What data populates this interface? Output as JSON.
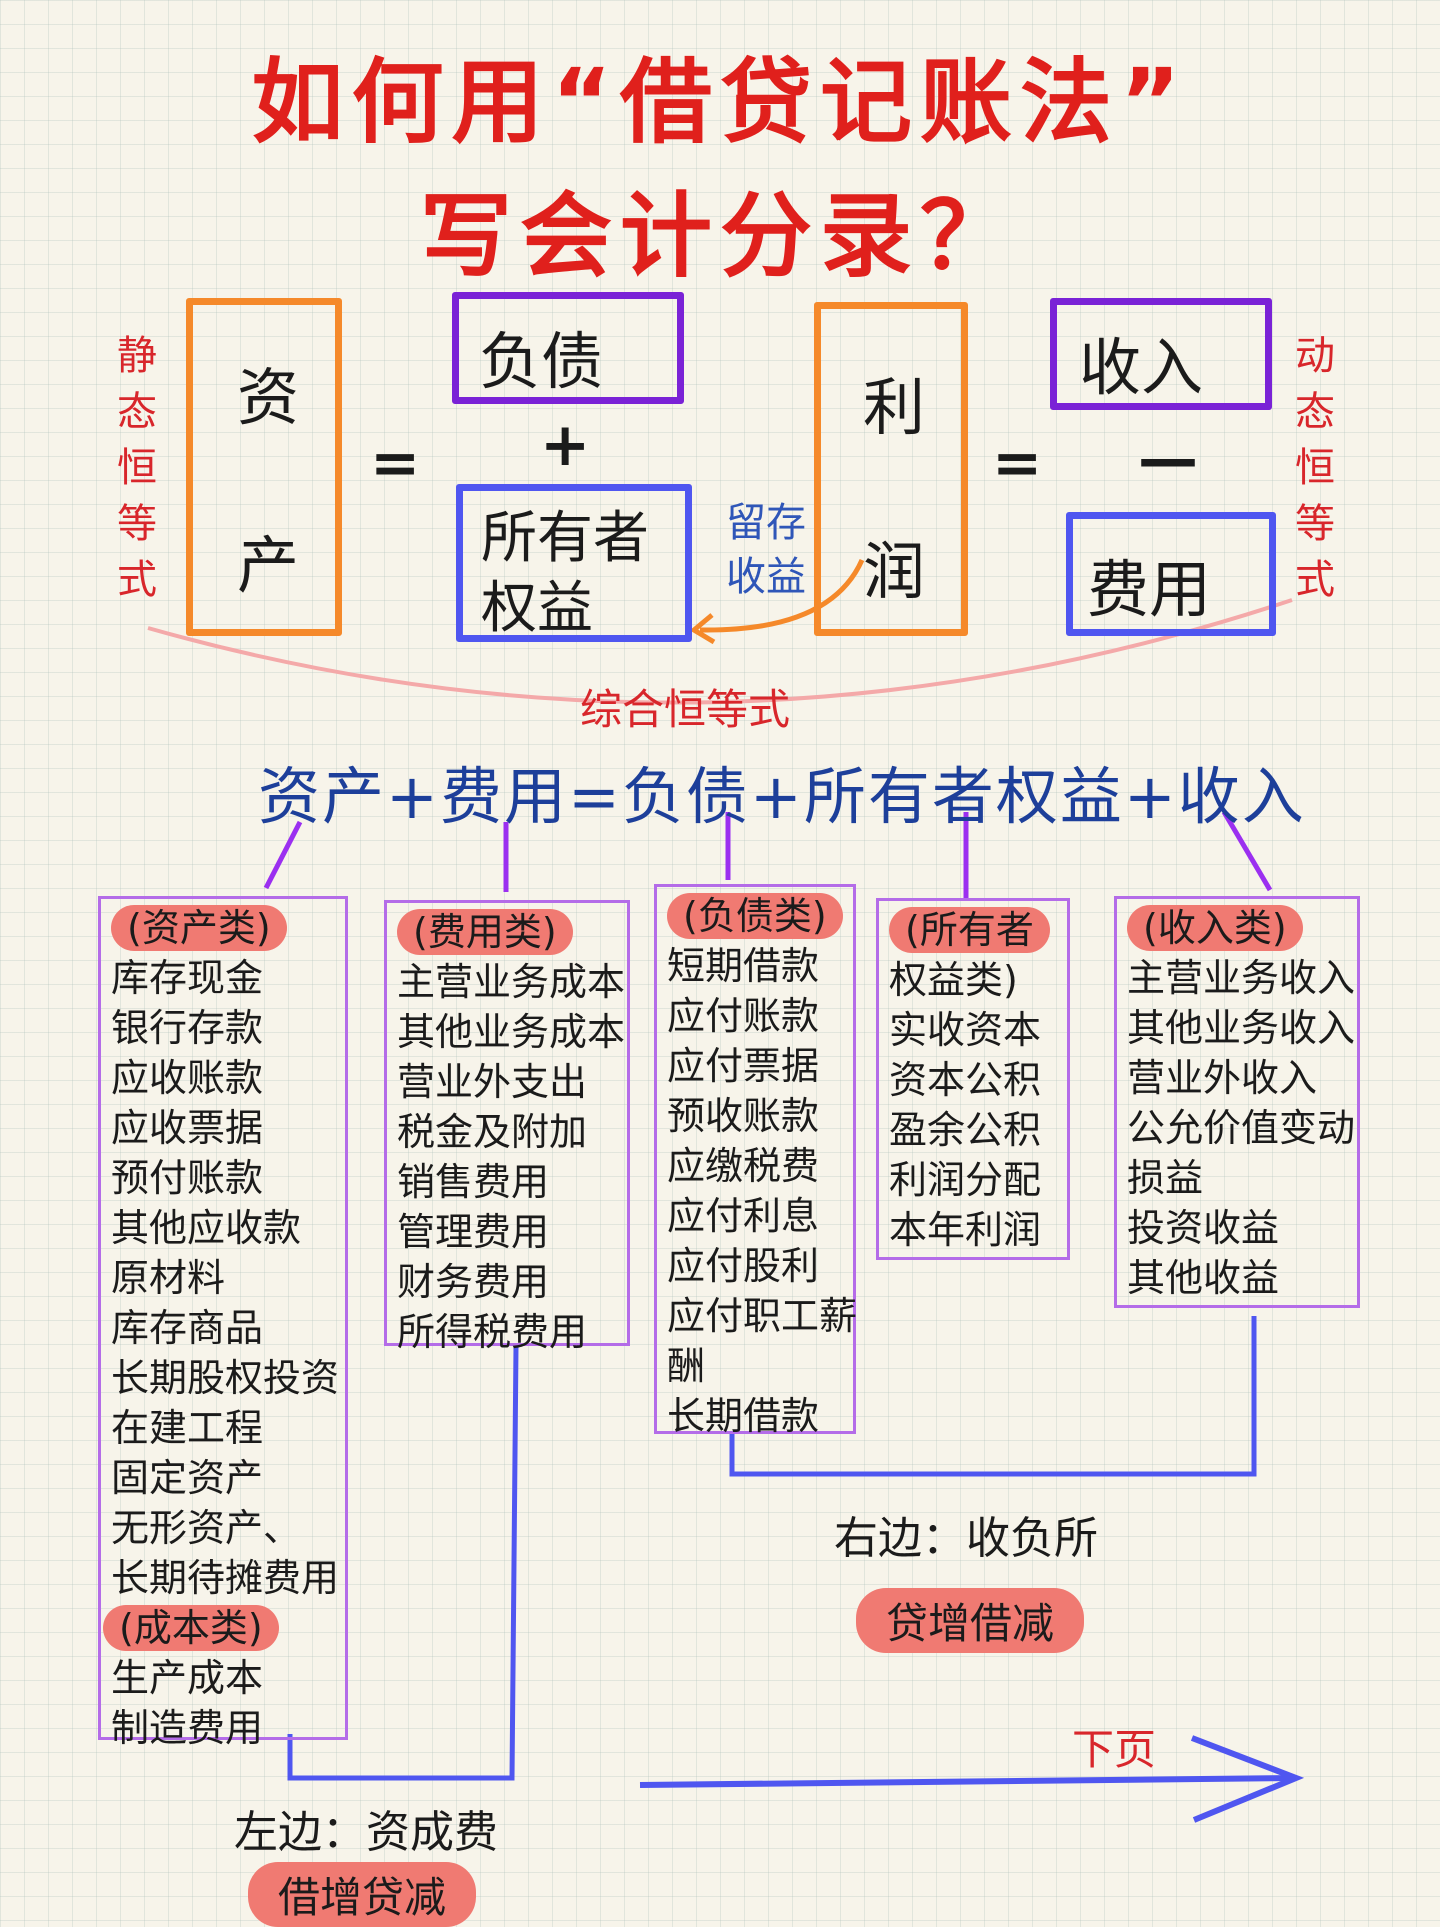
{
  "title": {
    "line1": "如何用“借贷记账法”",
    "line2": "写会计分录？"
  },
  "equation": {
    "static_label": "静态恒等式",
    "dynamic_label": "动态恒等式",
    "assets": [
      "资",
      "产"
    ],
    "equals": "=",
    "plus": "+",
    "minus": "—",
    "liabilities": "负债",
    "equity": [
      "所有者",
      "权益"
    ],
    "retained_earnings": [
      "留存",
      "收益"
    ],
    "profit": [
      "利",
      "润"
    ],
    "revenue": "收入",
    "expenses": "费用",
    "combined_label": "综合恒等式",
    "combined_formula": "资产+费用=负债+所有者权益+收入"
  },
  "categories": {
    "assets": {
      "label": "(资产类)",
      "items": [
        "库存现金",
        "银行存款",
        "应收账款",
        "应收票据",
        "预付账款",
        "其他应收款",
        "原材料",
        "库存商品",
        "长期股权投资",
        "在建工程",
        "固定资产",
        "无形资产、",
        "长期待摊费用"
      ],
      "sub_label": "(成本类)",
      "sub_items": [
        "生产成本",
        "制造费用"
      ]
    },
    "expenses": {
      "label": "(费用类)",
      "items": [
        "主营业务成本",
        "其他业务成本",
        "营业外支出",
        "税金及附加",
        "销售费用",
        "管理费用",
        "财务费用",
        "所得税费用"
      ]
    },
    "liabilities": {
      "label": "(负债类)",
      "items": [
        "短期借款",
        "应付账款",
        "应付票据",
        "预收账款",
        "应缴税费",
        "应付利息",
        "应付股利",
        "应付职工薪",
        "酬",
        "长期借款"
      ]
    },
    "equity": {
      "label": "(所有者",
      "items": [
        "权益类)",
        "实收资本",
        "资本公积",
        "盈余公积",
        "利润分配",
        "本年利润"
      ]
    },
    "revenue": {
      "label": "(收入类)",
      "items": [
        "主营业务收入",
        "其他业务收入",
        "营业外收入",
        "公允价值变动",
        "损益",
        "投资收益",
        "其他收益"
      ]
    }
  },
  "rules": {
    "right_note": "右边：收负所",
    "right_rule": "贷增借减",
    "left_note": "左边：资成费",
    "left_rule": "借增贷减",
    "next_page": "下页"
  },
  "colors": {
    "title_red": "#e0201c",
    "orange_box": "#f5892a",
    "purple_box": "#7a22d6",
    "blue_box": "#4f56f0",
    "formula_blue": "#1d3f9a",
    "highlight": "#f07a72"
  }
}
